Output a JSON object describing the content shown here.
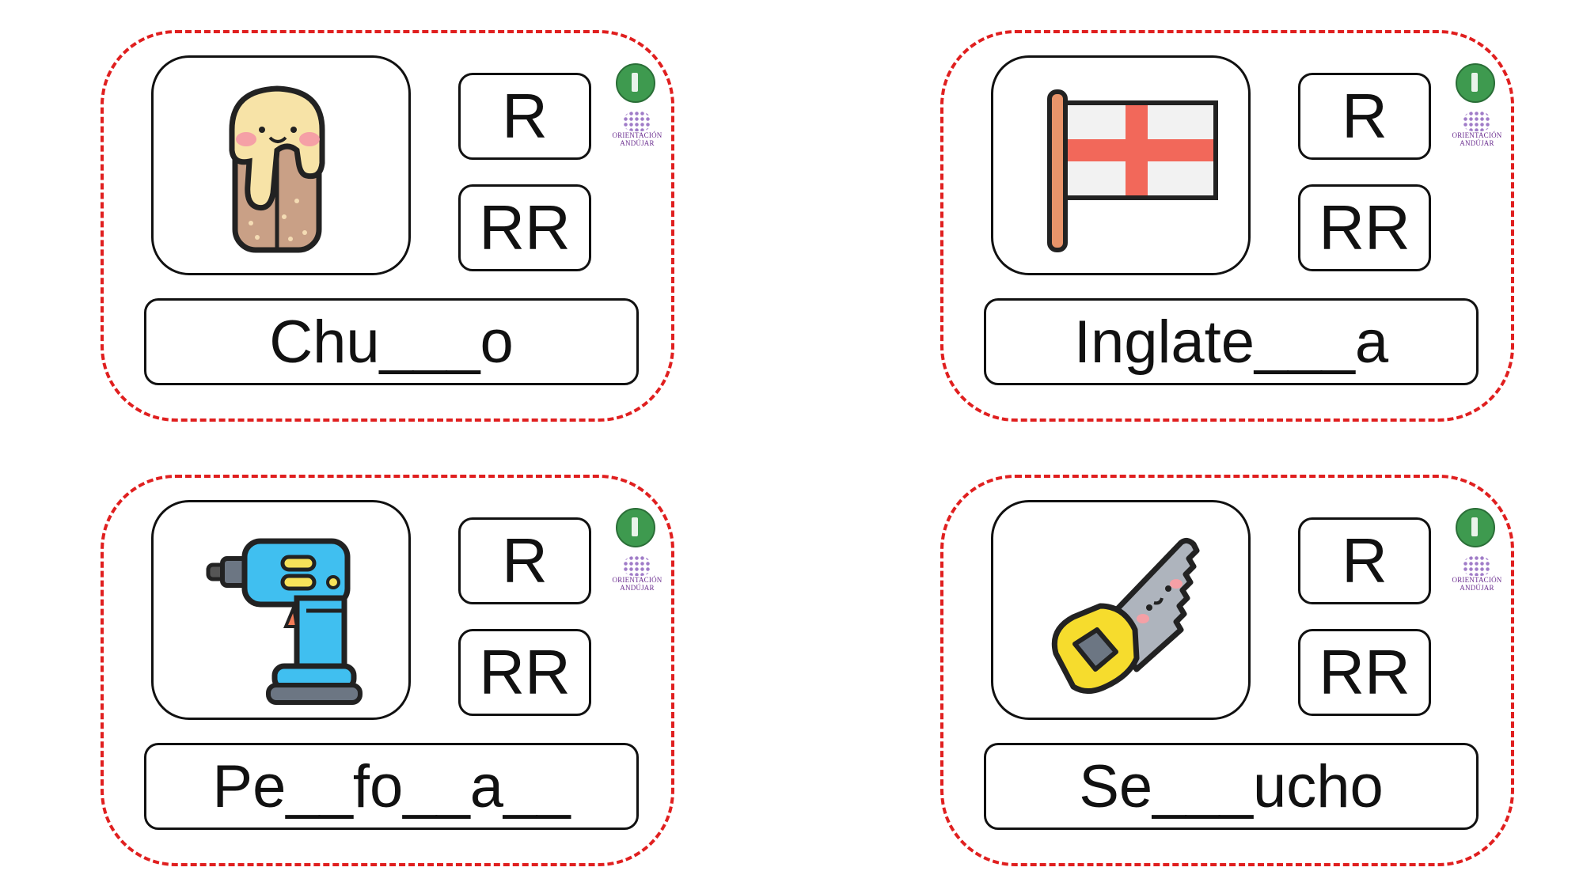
{
  "colors": {
    "card_border": "#e01f1f",
    "box_border": "#111111"
  },
  "cards": [
    {
      "icon": "churro-icon",
      "option_r": "R",
      "option_rr": "RR",
      "word": "Chu___o",
      "logo_text": "ORIENTACIÓN ANDÚJAR"
    },
    {
      "icon": "england-flag-icon",
      "option_r": "R",
      "option_rr": "RR",
      "word": "Inglate___a",
      "logo_text": "ORIENTACIÓN ANDÚJAR"
    },
    {
      "icon": "drill-icon",
      "option_r": "R",
      "option_rr": "RR",
      "word": "Pe__fo__a__",
      "logo_text": "ORIENTACIÓN ANDÚJAR"
    },
    {
      "icon": "saw-icon",
      "option_r": "R",
      "option_rr": "RR",
      "word": "Se___ucho",
      "logo_text": "ORIENTACIÓN ANDÚJAR"
    }
  ]
}
